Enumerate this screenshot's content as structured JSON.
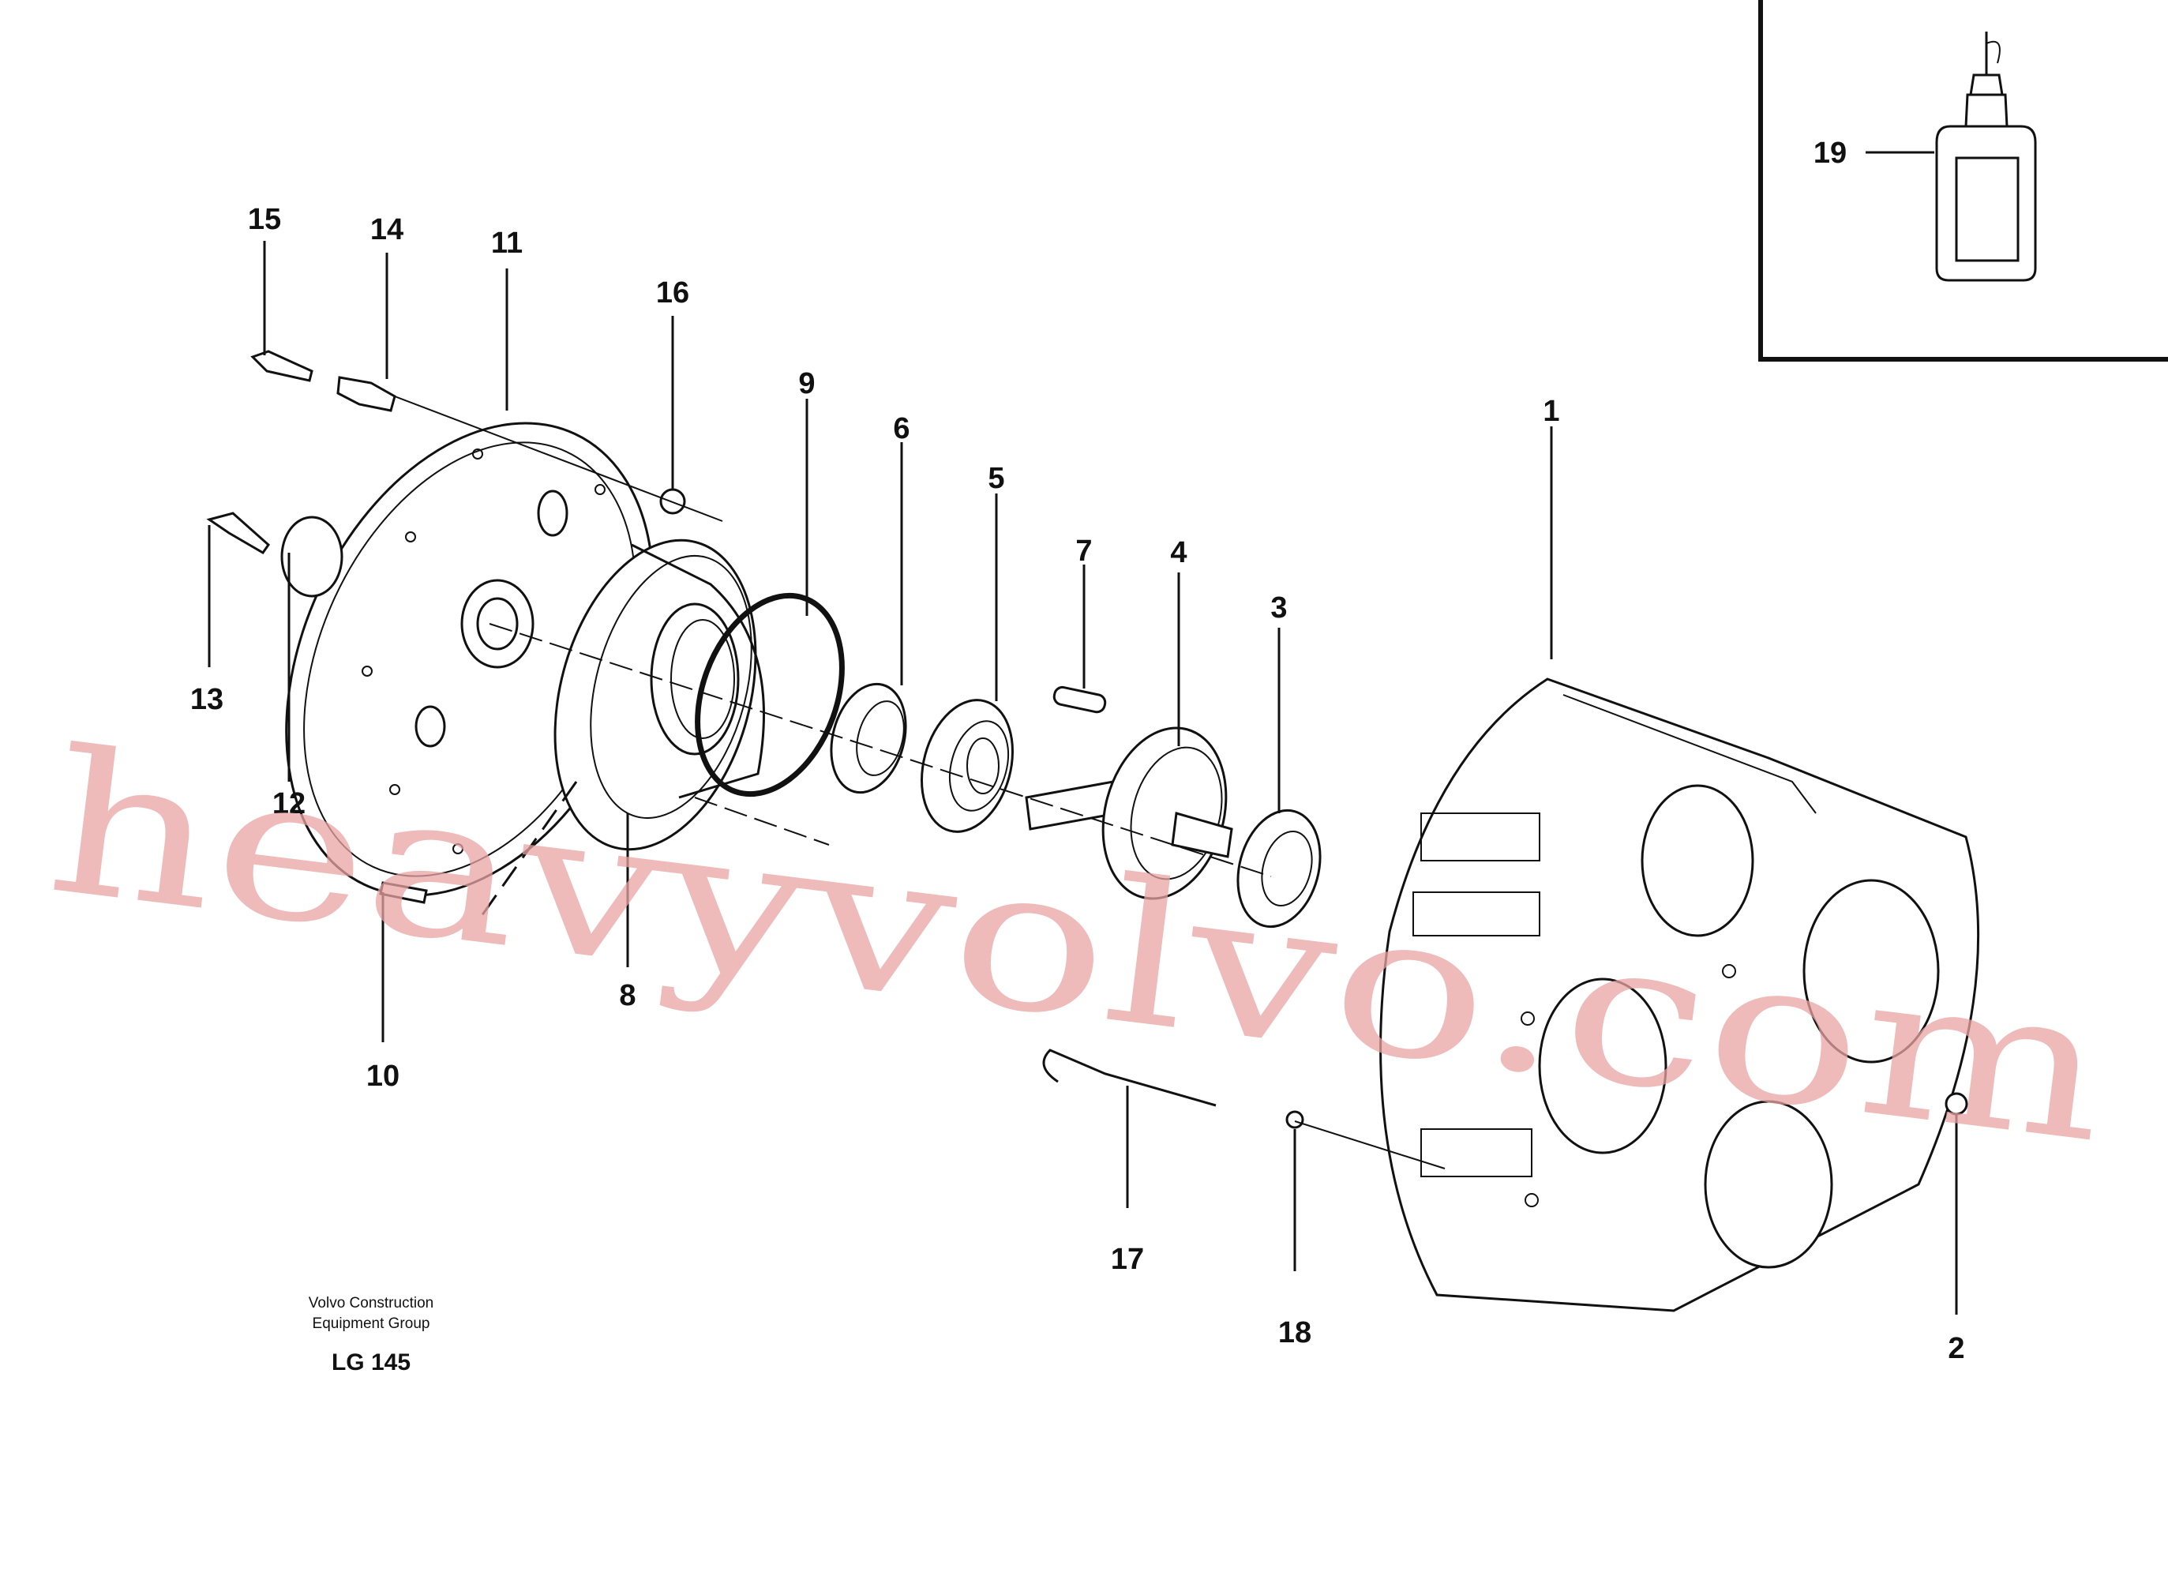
{
  "diagram": {
    "callouts": [
      {
        "id": "1",
        "text": "1"
      },
      {
        "id": "2",
        "text": "2"
      },
      {
        "id": "3",
        "text": "3"
      },
      {
        "id": "4",
        "text": "4"
      },
      {
        "id": "5",
        "text": "5"
      },
      {
        "id": "6",
        "text": "6"
      },
      {
        "id": "7",
        "text": "7"
      },
      {
        "id": "8",
        "text": "8"
      },
      {
        "id": "9",
        "text": "9"
      },
      {
        "id": "10",
        "text": "10"
      },
      {
        "id": "11",
        "text": "11"
      },
      {
        "id": "12",
        "text": "12"
      },
      {
        "id": "13",
        "text": "13"
      },
      {
        "id": "14",
        "text": "14"
      },
      {
        "id": "15",
        "text": "15"
      },
      {
        "id": "16",
        "text": "16"
      },
      {
        "id": "17",
        "text": "17"
      },
      {
        "id": "18",
        "text": "18"
      },
      {
        "id": "19",
        "text": "19"
      }
    ],
    "caption": {
      "line1": "Volvo Construction",
      "line2": "Equipment Group",
      "code": "LG 145"
    },
    "watermark": "heavyvolvo.com"
  }
}
